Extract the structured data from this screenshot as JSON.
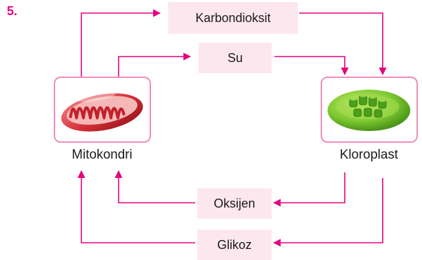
{
  "question_number": "5.",
  "nodes": {
    "mitochondrion": "Mitokondri",
    "chloroplast": "Kloroplast",
    "carbon_dioxide": "Karbondioksit",
    "water": "Su",
    "oxygen": "Oksijen",
    "glucose": "Glikoz"
  },
  "colors": {
    "arrow": "#e6007e",
    "box_fill": "#fde7ee",
    "frame": "#f08cb8"
  }
}
